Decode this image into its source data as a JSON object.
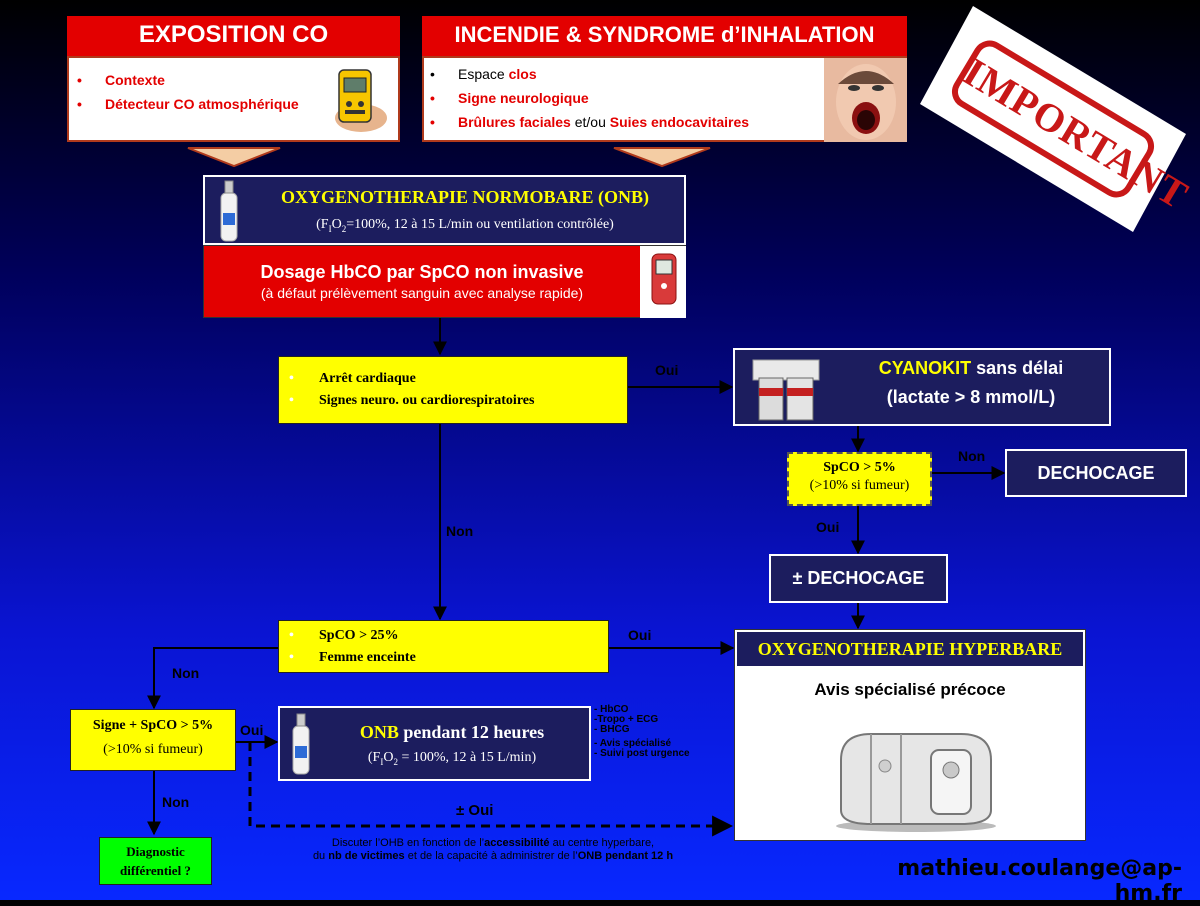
{
  "expo": {
    "title": "EXPOSITION CO",
    "items": [
      "Contexte",
      "Détecteur CO atmosphérique"
    ]
  },
  "incendie": {
    "title": "INCENDIE & SYNDROME d’INHALATION",
    "item1_a": "Espace ",
    "item1_b": "clos",
    "item2": "Signe neurologique",
    "item3_a": "Brûlures faciales",
    "item3_b": " et/ou ",
    "item3_c": "Suies endocavitaires"
  },
  "stamp": {
    "text": "IMPORTANT"
  },
  "onb": {
    "title": "OXYGENOTHERAPIE NORMOBARE (ONB)",
    "sub_a": "(F",
    "sub_i": "I",
    "sub_b": "O",
    "sub_2": "2",
    "sub_c": "=100%, 12 à 15 L/min ou ventilation contrôlée)"
  },
  "dosage": {
    "title": "Dosage HbCO par SpCO non invasive",
    "sub": "(à défaut prélèvement sanguin avec analyse rapide)"
  },
  "arret": {
    "items": [
      "Arrêt cardiaque",
      "Signes neuro. ou cardiorespiratoires"
    ]
  },
  "labels": {
    "oui1": "Oui",
    "non1": "Non",
    "non2": "Non",
    "oui2": "Oui",
    "oui3": "Oui",
    "non3": "Non",
    "oui4": "Oui",
    "non4": "Non",
    "pm_oui": "± Oui"
  },
  "cyanokit": {
    "line1_a": "CYANOKIT",
    "line1_b": " sans délai",
    "line2": "(lactate > 8 mmol/L)"
  },
  "spco5": {
    "line1": "SpCO > 5%",
    "line2": "(>10% si fumeur)"
  },
  "dechocage": {
    "label": "DECHOCAGE"
  },
  "pm_dechocage": {
    "label": "± DECHOCAGE"
  },
  "spco25": {
    "items": [
      "SpCO > 25%",
      "Femme enceinte"
    ]
  },
  "ohb": {
    "title": "OXYGENOTHERAPIE HYPERBARE",
    "sub": "Avis spécialisé précoce"
  },
  "signe": {
    "line1": "Signe + SpCO > 5%",
    "line2": "(>10% si fumeur)"
  },
  "onb12": {
    "title_a": "ONB",
    "title_b": " pendant 12 heures",
    "sub_a": "(F",
    "sub_i": "I",
    "sub_b": "O",
    "sub_2": "2",
    "sub_c": " = 100%, 12 à 15 L/min)"
  },
  "notes": [
    "- HbCO",
    "-Tropo + ECG",
    "- BHCG",
    "- Avis spécialisé",
    "- Suivi post urgence"
  ],
  "diagnostic": {
    "line1": "Diagnostic",
    "line2": "différentiel ?"
  },
  "discuss": {
    "l1_a": "Discuter l’OHB en fonction de l’",
    "l1_b": "accessibilité",
    "l1_c": " au centre hyperbare,",
    "l2_a": "du ",
    "l2_b": "nb de victimes",
    "l2_c": " et de la capacité à administrer de l’",
    "l2_d": "ONB pendant 12 h"
  },
  "email": {
    "text": "mathieu.coulange@ap-hm.fr"
  },
  "colors": {
    "red": "#e30000",
    "yellow": "#ffff00",
    "navy": "#1c1d5e",
    "green": "#00ff00"
  }
}
